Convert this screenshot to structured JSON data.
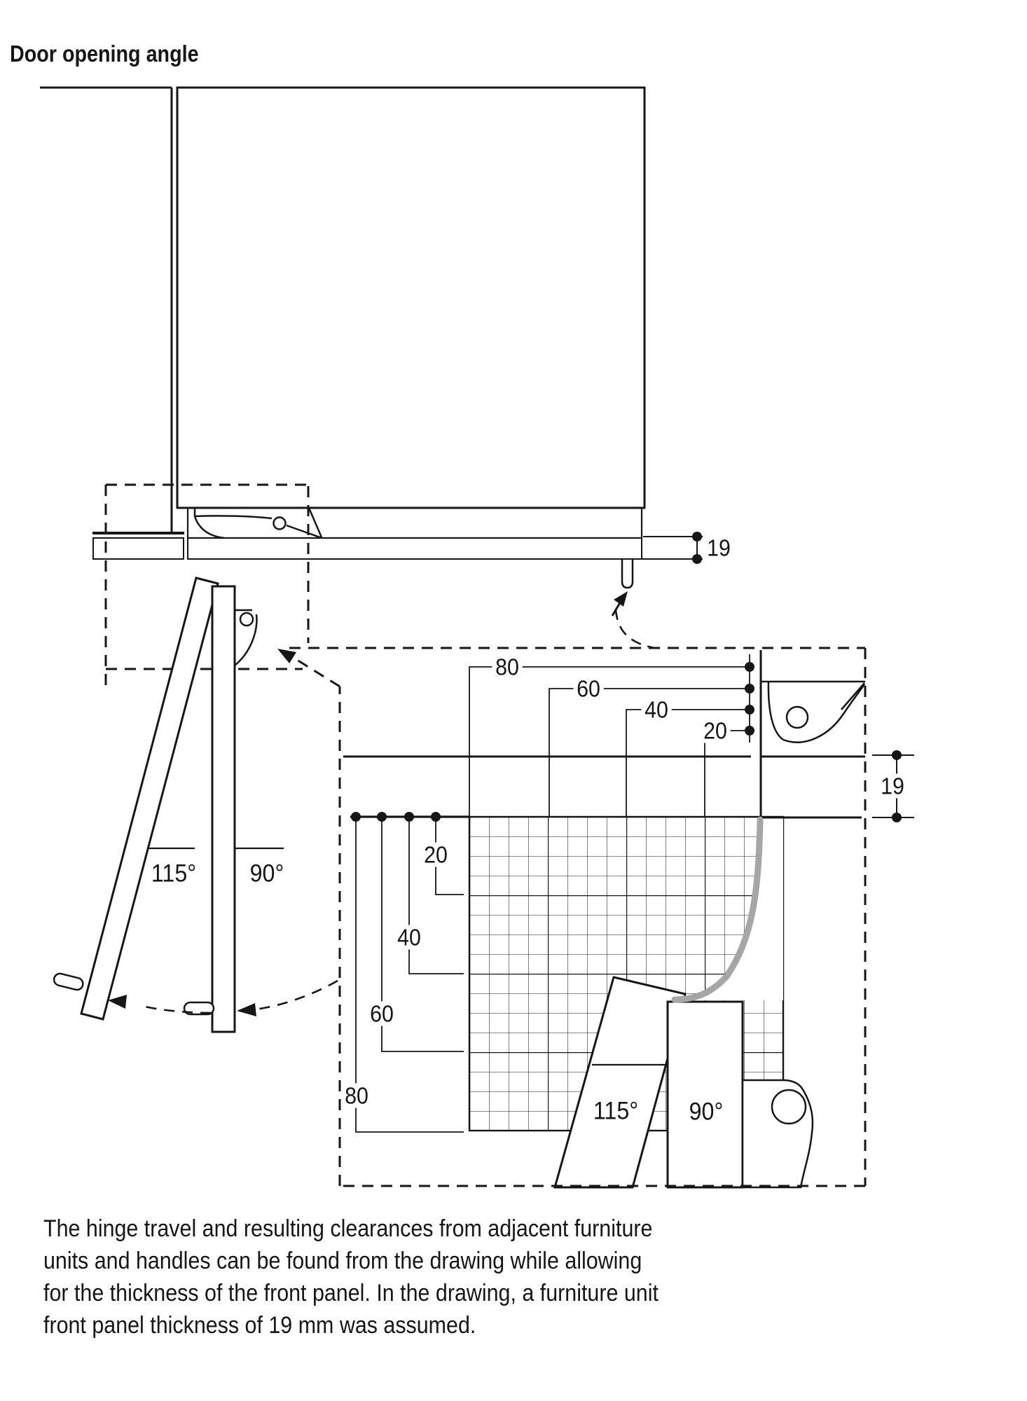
{
  "labels": {
    "title": "Door opening angle",
    "overview": {
      "dim19": "19",
      "angle115": "115°",
      "angle90": "90°"
    },
    "detail": {
      "dim19": "19",
      "top": [
        "80",
        "60",
        "40",
        "20"
      ],
      "left": [
        "20",
        "40",
        "60",
        "80"
      ],
      "angle115": "115°",
      "angle90": "90°"
    },
    "paragraph_lines": [
      "The hinge travel and resulting clearances from adjacent furniture",
      "units and handles can be found from the drawing while allowing",
      "for the thickness of the front panel. In the drawing, a furniture unit",
      "front panel thickness of 19 mm was assumed."
    ]
  },
  "colors": {
    "line": "#161616",
    "swing_arc": "#a6a6a6",
    "background": "#ffffff"
  }
}
